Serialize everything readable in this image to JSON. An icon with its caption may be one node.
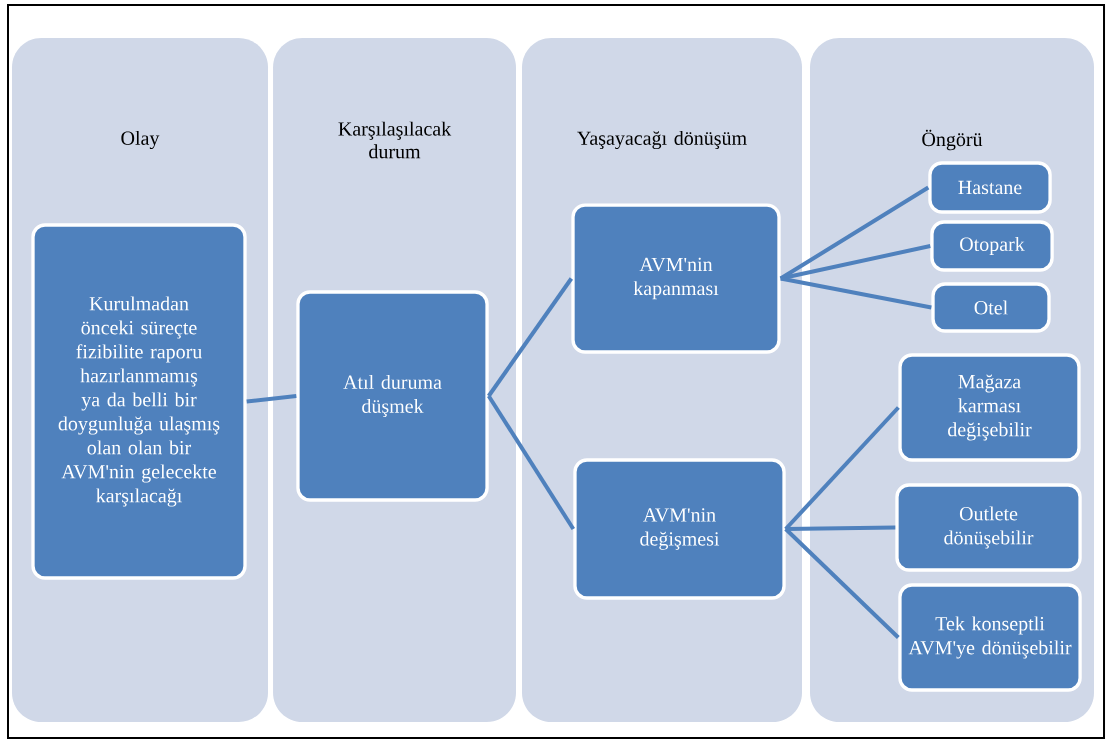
{
  "diagram": {
    "nodes": [
      {
        "text": [
          "Olay"
        ]
      },
      {
        "text": [
          "Kurulmadan önceki süreçte fizibilite raporu hazırlanmamış ya da belli bir doygunluğa ulaşmış olan olan bir AVM'nin gelecekte karşılacağı"
        ],
        "in": 0
      },
      {
        "text": [
          "Karşılaşılacak durum"
        ]
      },
      {
        "text": [
          "Atıl duruma düşmek"
        ],
        "in": 2
      },
      {
        "text": [
          "Yaşayacağı dönüşüm"
        ]
      },
      {
        "text": [
          "AVM'nin kapanması"
        ],
        "in": 4
      },
      {
        "text": [
          "AVM'nin değişmesi"
        ],
        "in": 4
      },
      {
        "text": [
          "Öngörü"
        ]
      },
      {
        "text": [
          "Hastane"
        ],
        "in": 7
      },
      {
        "text": [
          "Otopark"
        ],
        "in": 7
      },
      {
        "text": [
          "Otel"
        ],
        "in": 7
      },
      {
        "text": [
          "Mağaza karması değişebilir"
        ],
        "in": 7
      },
      {
        "text": [
          "Outlete dönüşebilir"
        ],
        "in": 7
      },
      {
        "text": [
          "Tek konseptli AVM'ye dönüşebilir"
        ],
        "in": 7
      }
    ],
    "edges": [
      {
        "from": 1,
        "to": 3,
        "arrow": "none"
      },
      {
        "from": 3,
        "to": 5,
        "arrow": "none"
      },
      {
        "from": 3,
        "to": 6,
        "arrow": "none"
      },
      {
        "from": 5,
        "to": 8,
        "arrow": "none"
      },
      {
        "from": 5,
        "to": 9,
        "arrow": "none"
      },
      {
        "from": 5,
        "to": 10,
        "arrow": "none"
      },
      {
        "from": 6,
        "to": 11,
        "arrow": "none"
      },
      {
        "from": 6,
        "to": 12,
        "arrow": "none"
      },
      {
        "from": 6,
        "to": 13,
        "arrow": "none"
      }
    ]
  }
}
